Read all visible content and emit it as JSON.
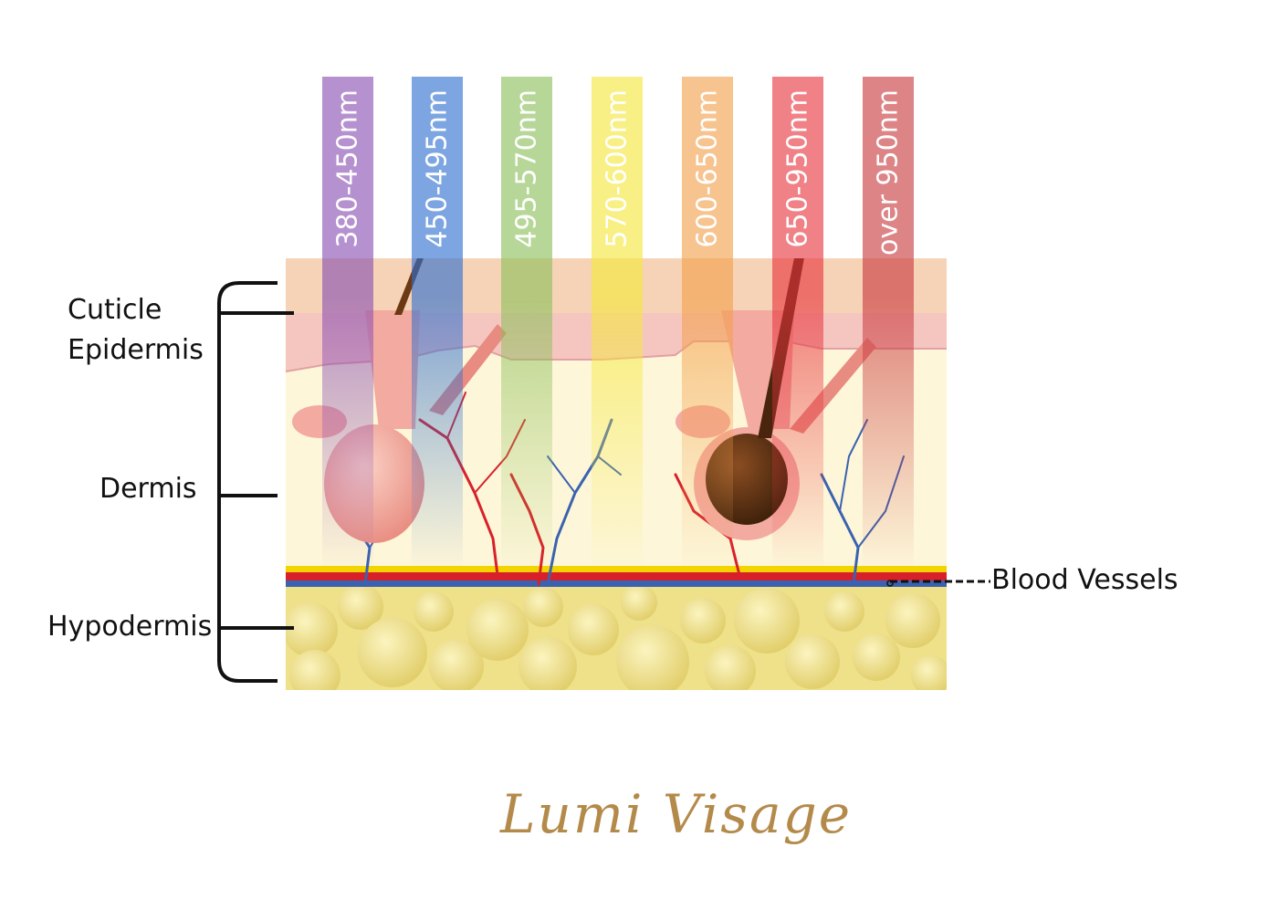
{
  "layers": {
    "cuticle": "Cuticle",
    "epidermis": "Epidermis",
    "dermis": "Dermis",
    "hypodermis": "Hypodermis",
    "blood_vessels": "Blood Vessels"
  },
  "wavelength_bands": [
    {
      "label": "380-450nm",
      "color": "#8a4fb3"
    },
    {
      "label": "450-495nm",
      "color": "#2f6fcf"
    },
    {
      "label": "495-570nm",
      "color": "#8cc05a"
    },
    {
      "label": "570-600nm",
      "color": "#f5e83a"
    },
    {
      "label": "600-650nm",
      "color": "#f3a04a"
    },
    {
      "label": "650-950nm",
      "color": "#e8353e"
    },
    {
      "label": "over  950nm",
      "color": "#c93a3f"
    }
  ],
  "brand": {
    "logo_text": "Lumi Visage",
    "logo_color": "#b48a4a"
  },
  "colors": {
    "cuticle": "#f6d3b6",
    "epidermis": "#f5c6c0",
    "dermis": "#fdf6d8",
    "hypodermis": "#efe08a",
    "artery": "#d8202a",
    "vein": "#3a62b0",
    "bracket": "#111111"
  }
}
